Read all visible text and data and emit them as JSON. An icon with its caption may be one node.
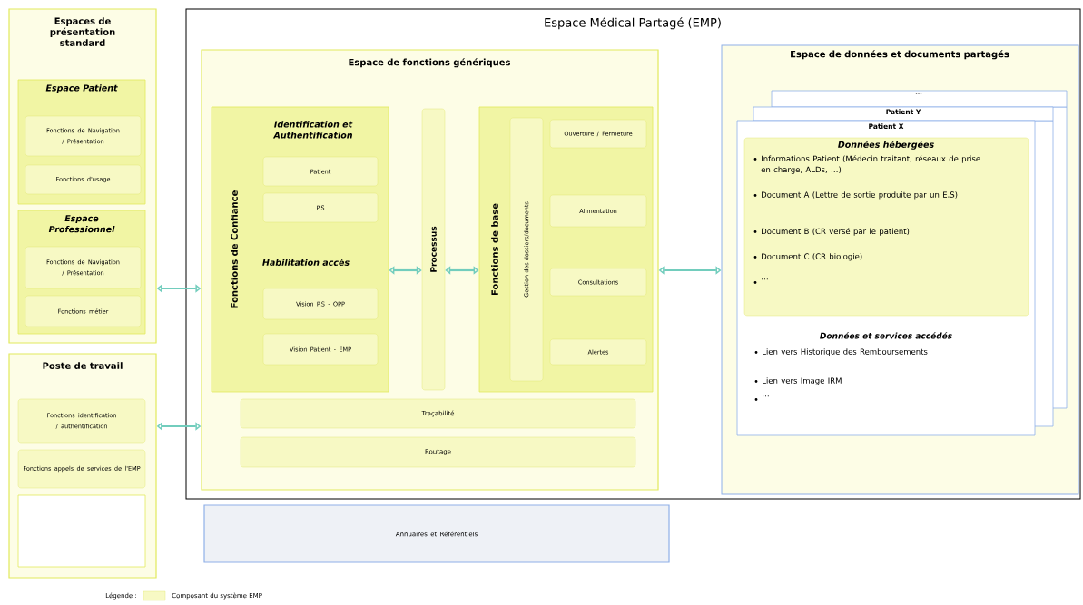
{
  "diagram": {
    "nodes": [
      {
        "text": [
          "Espaces de présentation standard"
        ]
      },
      {
        "text": [
          "Espace Patient"
        ],
        "in": 0
      },
      {
        "text": [
          "Fonctions de Navigation / Présentation"
        ],
        "in": 1
      },
      {
        "text": [
          "Fonctions d'usage"
        ],
        "in": 1
      },
      {
        "text": [
          "Espace Professionnel"
        ],
        "in": 0
      },
      {
        "text": [
          "Fonctions de Navigation / Présentation"
        ],
        "in": 4
      },
      {
        "text": [
          "Fonctions métier"
        ],
        "in": 4
      },
      {
        "text": [
          "Poste de travail"
        ]
      },
      {
        "text": [
          "Fonctions identification / authentification"
        ],
        "in": 7
      },
      {
        "text": [
          "Fonctions appels de services de l'EMP"
        ],
        "in": 7
      },
      {
        "text": [],
        "shape": "box",
        "in": 7
      },
      {
        "text": [
          "Espace Médical Partagé (EMP)"
        ]
      },
      {
        "text": [
          "Espace de fonctions génériques"
        ],
        "in": 11
      },
      {
        "text": [
          "Fonctions de Confiance",
          "Identification et Authentification",
          "Habilitation accès"
        ],
        "in": 12
      },
      {
        "text": [
          "Patient"
        ],
        "in": 13
      },
      {
        "text": [
          "P.S"
        ],
        "in": 13
      },
      {
        "text": [
          "Vision P.S - OPP"
        ],
        "in": 13
      },
      {
        "text": [
          "Vision Patient - EMP"
        ],
        "in": 13
      },
      {
        "text": [
          "Processus"
        ],
        "in": 12
      },
      {
        "text": [
          "Fonctions de base"
        ],
        "in": 12
      },
      {
        "text": [
          "Gestion des dossiers/documents"
        ],
        "in": 19
      },
      {
        "text": [
          "Ouverture / Fermeture"
        ],
        "in": 19
      },
      {
        "text": [
          "Alimentation"
        ],
        "in": 19
      },
      {
        "text": [
          "Consultations"
        ],
        "in": 19
      },
      {
        "text": [
          "Alertes"
        ],
        "in": 19
      },
      {
        "text": [
          "Traçabilité"
        ],
        "in": 12
      },
      {
        "text": [
          "Routage"
        ],
        "in": 12
      },
      {
        "text": [
          "Espace de données et documents partagés"
        ],
        "in": 11
      },
      {
        "text": [
          "…"
        ],
        "in": 27
      },
      {
        "text": [
          "Patient Y"
        ],
        "in": 27
      },
      {
        "text": [
          "Patient X",
          "Données et services accédés",
          "Lien vers Historique des Remboursements",
          "Lien vers Image IRM",
          "…"
        ],
        "in": 27
      },
      {
        "text": [
          "Données hébergées",
          "Informations Patient (Médecin traitant, réseaux de prise en charge, ALDs, …)",
          "Document A (Lettre de sortie produite par un E.S)",
          "Document B (CR versé par le patient)",
          "Document C (CR biologie)",
          "…"
        ],
        "in": 30
      },
      {
        "text": [
          "Annuaires et Référentiels"
        ]
      }
    ],
    "edges": [
      {
        "from": 0,
        "to": 12,
        "arrow": "both"
      },
      {
        "from": 7,
        "to": 12,
        "arrow": "both"
      },
      {
        "from": 13,
        "to": 18,
        "arrow": "both"
      },
      {
        "from": 18,
        "to": 19,
        "arrow": "both"
      },
      {
        "from": 12,
        "to": 27,
        "arrow": "both"
      }
    ],
    "labels": [
      "Légende :"
    ],
    "legend": [
      {
        "text": "Composant du système EMP"
      }
    ]
  }
}
